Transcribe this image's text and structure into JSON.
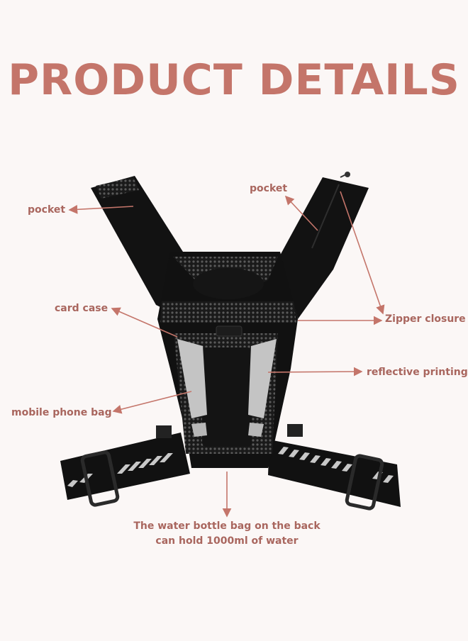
{
  "title": "PRODUCT DETAILS",
  "labels": {
    "pocket_left": "pocket",
    "pocket_right": "pocket",
    "card_case": "card case",
    "zipper_closure": "Zipper closure",
    "reflective_printing": "reflective printing",
    "mobile_phone_bag": "mobile phone bag",
    "bottom_line1": "The water bottle bag on the back",
    "bottom_line2": "can hold 1000ml of water"
  },
  "colors": {
    "background": "#fbf7f6",
    "title": "#c4756a",
    "label": "#a9665e",
    "arrow": "#c4756a",
    "vest": "#111111",
    "reflective": "#bfbfbf"
  }
}
